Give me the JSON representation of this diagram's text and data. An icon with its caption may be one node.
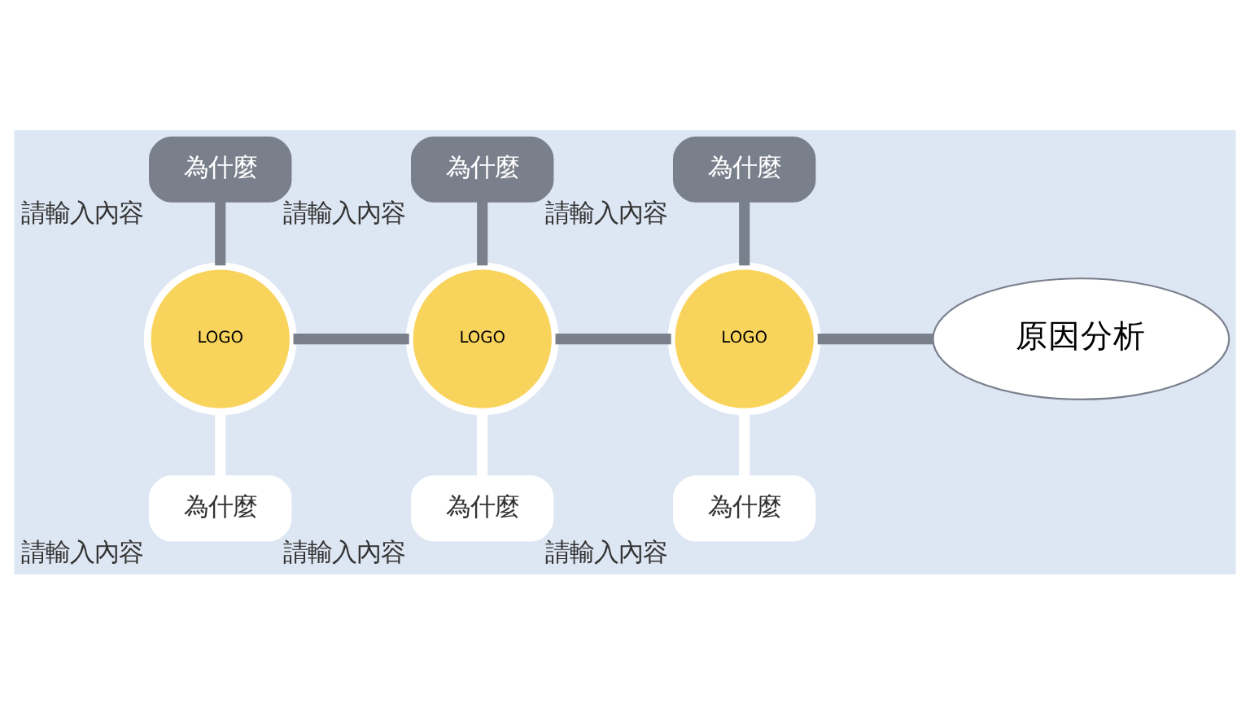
{
  "diagram": {
    "nodes": [
      {
        "text": [
          "為什麼"
        ],
        "beside": [
          "請輸入內容"
        ]
      },
      {
        "text": [
          "為什麼"
        ],
        "beside": [
          "請輸入內容"
        ]
      },
      {
        "text": [
          "為什麼"
        ],
        "beside": [
          "請輸入內容"
        ]
      },
      {
        "text": [
          "LOGO"
        ]
      },
      {
        "text": [
          "LOGO"
        ]
      },
      {
        "text": [
          "LOGO"
        ]
      },
      {
        "text": [
          "原因分析"
        ]
      },
      {
        "text": [
          "為什麼"
        ],
        "beside": [
          "請輸入內容"
        ]
      },
      {
        "text": [
          "為什麼"
        ],
        "beside": [
          "請輸入內容"
        ]
      },
      {
        "text": [
          "為什麼"
        ],
        "beside": [
          "請輸入內容"
        ]
      }
    ],
    "edges": [
      {
        "from": 0,
        "to": 3,
        "arrow": "none"
      },
      {
        "from": 1,
        "to": 4,
        "arrow": "none"
      },
      {
        "from": 2,
        "to": 5,
        "arrow": "none"
      },
      {
        "from": 3,
        "to": 4,
        "arrow": "none"
      },
      {
        "from": 4,
        "to": 5,
        "arrow": "none"
      },
      {
        "from": 5,
        "to": 6,
        "arrow": "none"
      },
      {
        "from": 3,
        "to": 7,
        "arrow": "none",
        "color": "#ffffff"
      },
      {
        "from": 4,
        "to": 8,
        "arrow": "none",
        "color": "#ffffff"
      },
      {
        "from": 5,
        "to": 9,
        "arrow": "none",
        "color": "#ffffff"
      }
    ]
  }
}
